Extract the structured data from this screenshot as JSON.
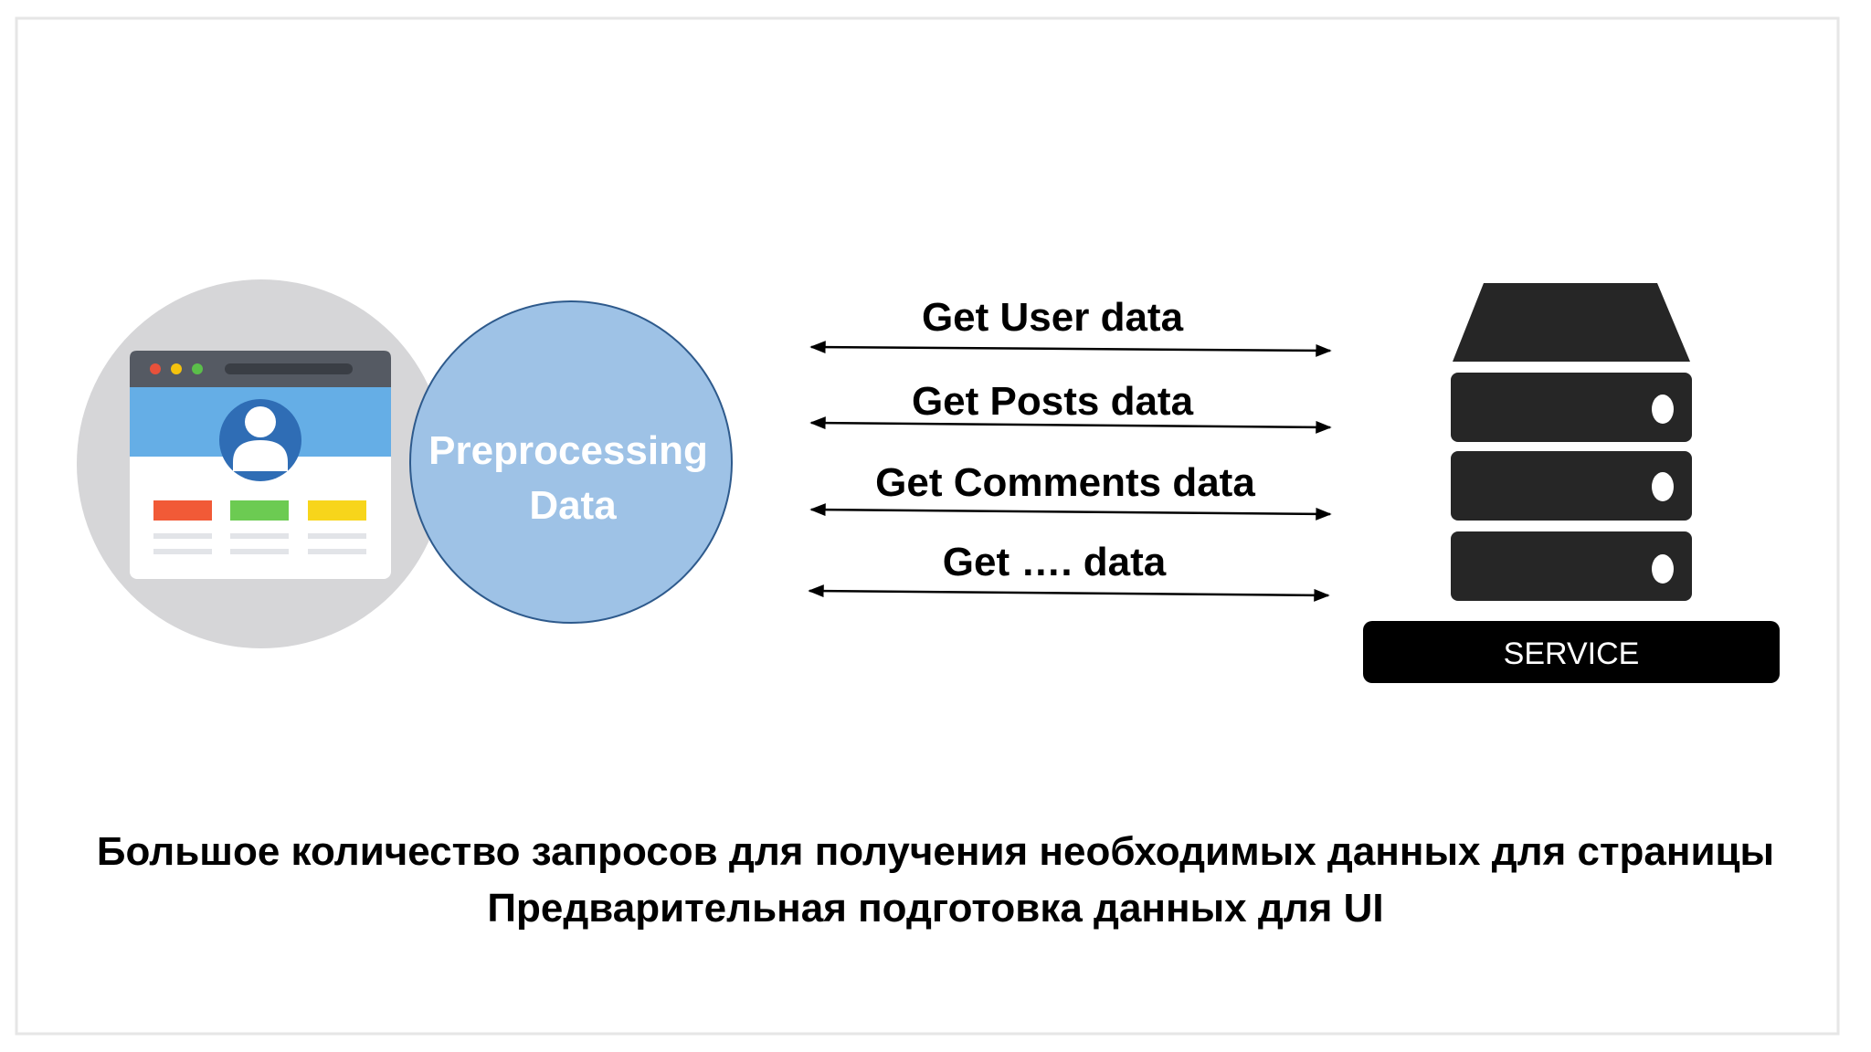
{
  "preprocessing": {
    "line1": "Preprocessing",
    "line2": "Data"
  },
  "requests": [
    {
      "label": "Get User data"
    },
    {
      "label": "Get Posts data"
    },
    {
      "label": "Get Comments data"
    },
    {
      "label": "Get …. data"
    }
  ],
  "service": {
    "label": "SERVICE"
  },
  "caption": {
    "line1": "Большое количество запросов для получения необходимых данных для страницы",
    "line2": "Предварительная подготовка данных для UI"
  },
  "colors": {
    "preprocessing_fill": "#9ec2e6",
    "preprocessing_stroke": "#2e5a8c",
    "browser_circle": "#d6d6d8",
    "browser_header": "#555a63",
    "browser_banner": "#65aee6",
    "dot_red": "#e7513b",
    "dot_yellow": "#f4c20d",
    "dot_green": "#5bbf4a",
    "block_red": "#f15a37",
    "block_green": "#6ccb52",
    "block_yellow": "#f7d51b",
    "server_body": "#262626",
    "service_bar": "#000000"
  }
}
